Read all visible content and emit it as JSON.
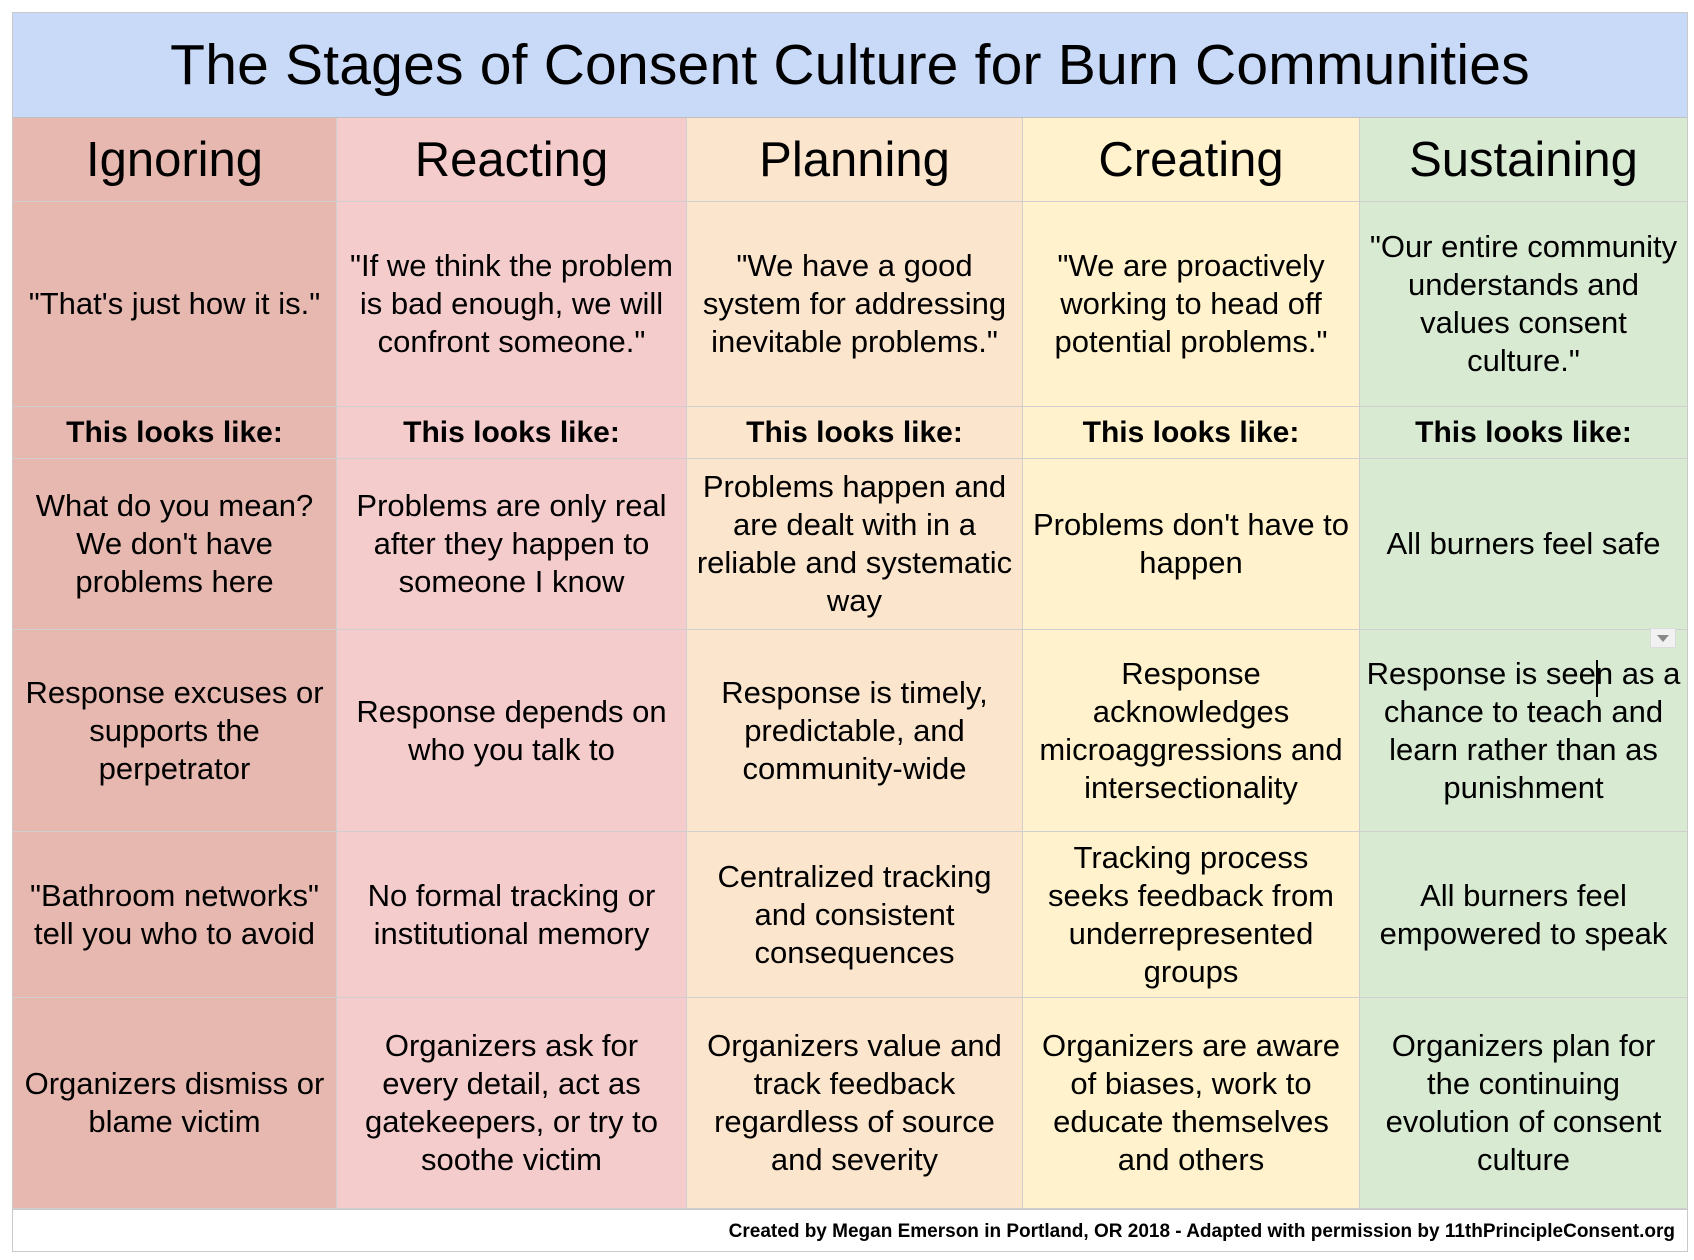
{
  "title": "The Stages of Consent Culture for Burn Communities",
  "columns": [
    {
      "header": "Ignoring",
      "quote": "\"That's just how it is.\"",
      "looks_like_label": "This looks like:",
      "rows": [
        "What do you mean? We don't have problems here",
        "Response excuses or supports the perpetrator",
        "\"Bathroom networks\" tell you who to avoid",
        "Organizers dismiss or blame victim"
      ]
    },
    {
      "header": "Reacting",
      "quote": "\"If we think the problem is bad enough, we will confront someone.\"",
      "looks_like_label": "This looks like:",
      "rows": [
        "Problems are only real after they happen to someone I know",
        "Response depends on who you talk to",
        "No formal tracking or institutional memory",
        "Organizers ask for every detail, act as gatekeepers, or try to soothe victim"
      ]
    },
    {
      "header": "Planning",
      "quote": "\"We have a good system for addressing inevitable problems.\"",
      "looks_like_label": "This looks like:",
      "rows": [
        "Problems happen and are dealt with in a reliable and systematic way",
        "Response is timely, predictable, and community-wide",
        "Centralized tracking and consistent consequences",
        "Organizers value and track feedback regardless of source and severity"
      ]
    },
    {
      "header": "Creating",
      "quote": "\"We are proactively working to head off potential problems.\"",
      "looks_like_label": "This looks like:",
      "rows": [
        "Problems don't have to happen",
        "Response acknowledges microaggressions and intersectionality",
        "Tracking process seeks feedback from underrepresented groups",
        "Organizers are aware of biases, work to educate themselves and others"
      ]
    },
    {
      "header": "Sustaining",
      "quote": "\"Our entire community understands and values consent culture.\"",
      "looks_like_label": "This looks like:",
      "rows": [
        "All burners feel safe",
        "Response is seen as a chance to teach and learn rather than as punishment",
        "All burners feel empowered to speak",
        "Organizers plan for the continuing evolution of consent culture"
      ]
    }
  ],
  "footer": "Created by Megan Emerson in Portland, OR 2018 - Adapted with permission by 11thPrincipleConsent.org",
  "colors": {
    "title_bg": "#c9daf8",
    "ignoring": "#e6b8af",
    "reacting": "#f4cccc",
    "planning": "#fce5cd",
    "creating": "#fff2cc",
    "sustaining": "#d9ead3"
  }
}
